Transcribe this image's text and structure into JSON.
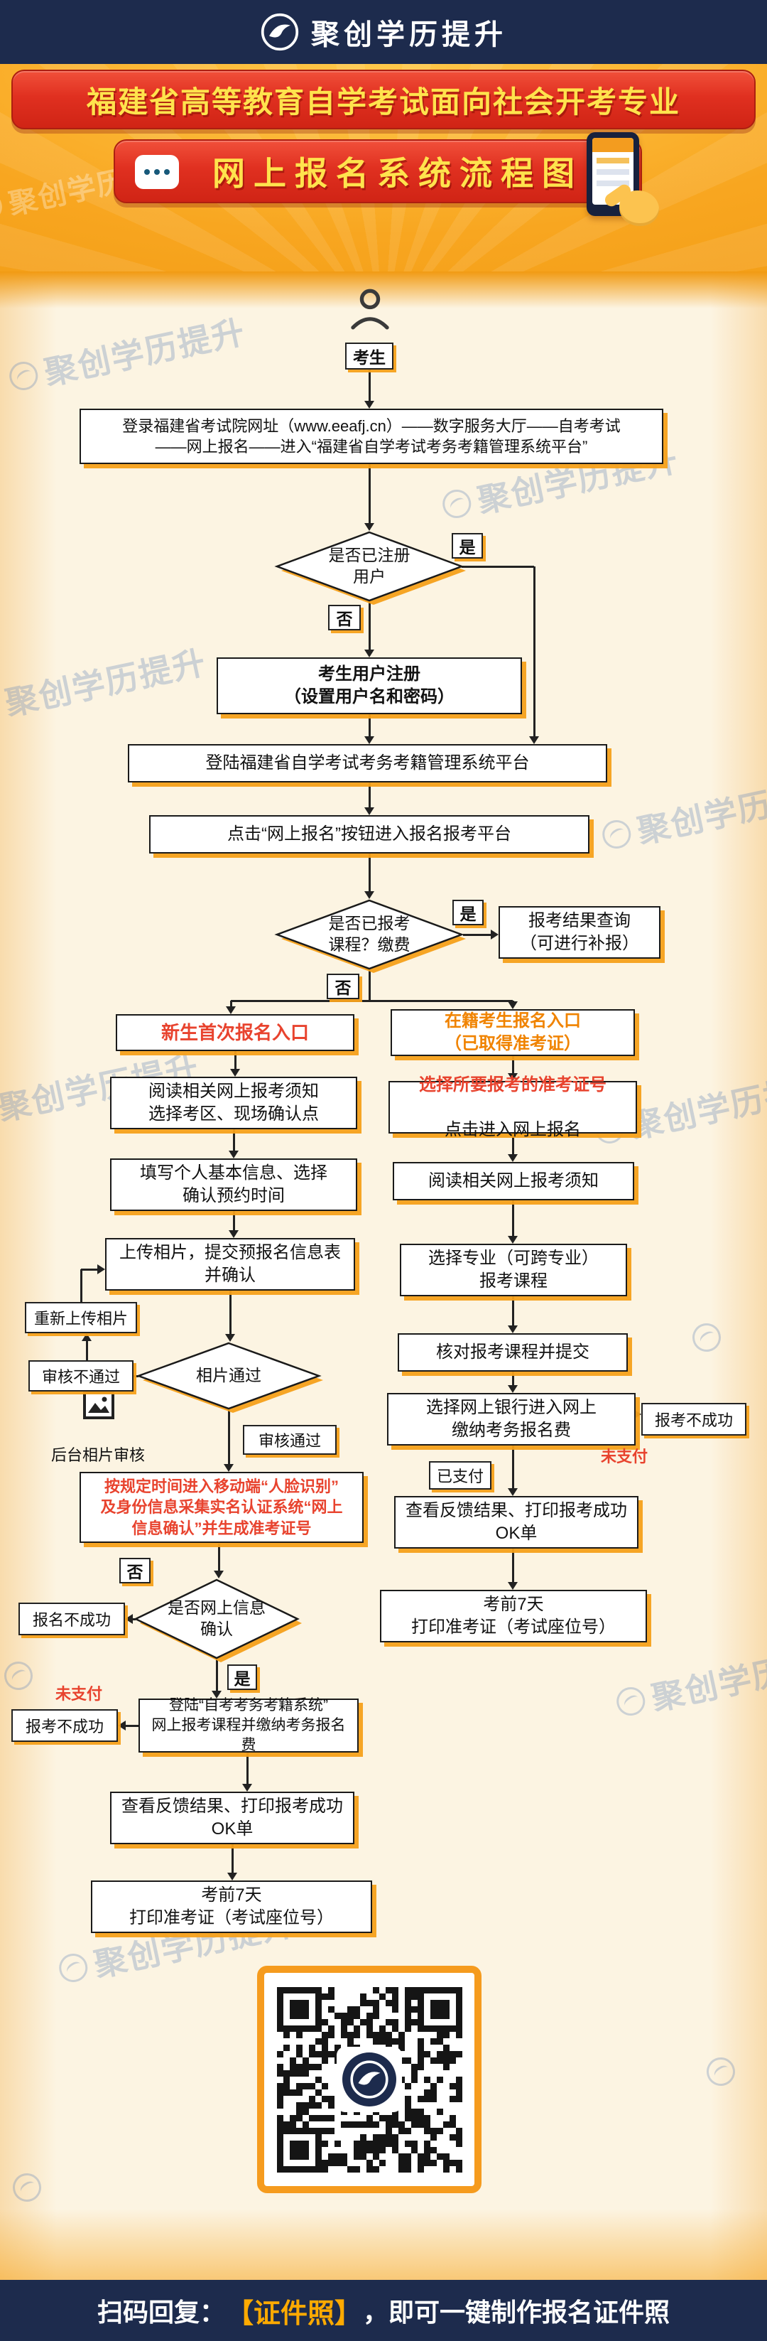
{
  "brand": {
    "name": "聚创学历提升"
  },
  "header": {
    "banner1": "福建省高等教育自学考试面向社会开考专业",
    "banner2": "网上报名系统流程图"
  },
  "watermark": {
    "text": "聚创学历提升"
  },
  "labels": {
    "actor": "考生",
    "yes": "是",
    "no": "否",
    "paid": "已支付",
    "unpaid": "未支付",
    "review_pass": "审核通过",
    "review_fail": "审核不通过",
    "reupload": "重新上传相片",
    "backend_review": "后台相片审核",
    "fail_register": "报名不成功",
    "fail_enroll": "报考不成功"
  },
  "flow": {
    "portal": "登录福建省考试院网址（www.eeafj.cn）——数字服务大厅——自考考试\n——网上报名——进入“福建省自学考试考务考籍管理系统平台”",
    "d_registered": "是否已注册\n用户",
    "register": "考生用户注册\n（设置用户名和密码）",
    "login_sys": "登陆福建省自学考试考务考籍管理系统平台",
    "click_enroll": "点击“网上报名”按钮进入报名报考平台",
    "d_enrolled": "是否已报考\n课程？缴费",
    "result_query": "报考结果查询\n（可进行补报）",
    "left": {
      "entry": "新生首次报名入口",
      "notice": "阅读相关网上报考须知\n选择考区、现场确认点",
      "fill": "填写个人基本信息、选择\n确认预约时间",
      "upload": "上传相片，提交预报名信息表\n并确认",
      "d_photo": "相片通过",
      "face": "按规定时间进入移动端“人脸识别”\n及身份信息采集实名认证系统“网上\n信息确认”并生成准考证号",
      "d_confirm": "是否网上信息\n确认",
      "pay": "登陆“自考考务考籍系统”\n网上报考课程并缴纳考务报名费",
      "feedback": "查看反馈结果、打印报考成功\nOK单",
      "print": "考前7天\n打印准考证（考试座位号）"
    },
    "right": {
      "entry": "在籍考生报名入口\n（已取得准考证）",
      "select_line1": "选择所要报考的准考证号",
      "select_line2": "点击进入网上报名",
      "notice": "阅读相关网上报考须知",
      "major": "选择专业（可跨专业）\n报考课程",
      "check": "核对报考课程并提交",
      "bank": "选择网上银行进入网上\n缴纳考务报名费",
      "feedback": "查看反馈结果、打印报考成功\nOK单",
      "print": "考前7天\n打印准考证（考试座位号）"
    }
  },
  "footer": {
    "prefix": "扫码回复：",
    "highlight": "【证件照】",
    "suffix": "，即可一键制作报名证件照"
  },
  "colors": {
    "accent": "#f6a21d",
    "red": "#e8432e",
    "orange": "#f08300",
    "navy": "#1d2b4d",
    "banner_red": "#e03020",
    "banner_text": "#ffe34d",
    "footer_highlight": "#ffaa00"
  }
}
